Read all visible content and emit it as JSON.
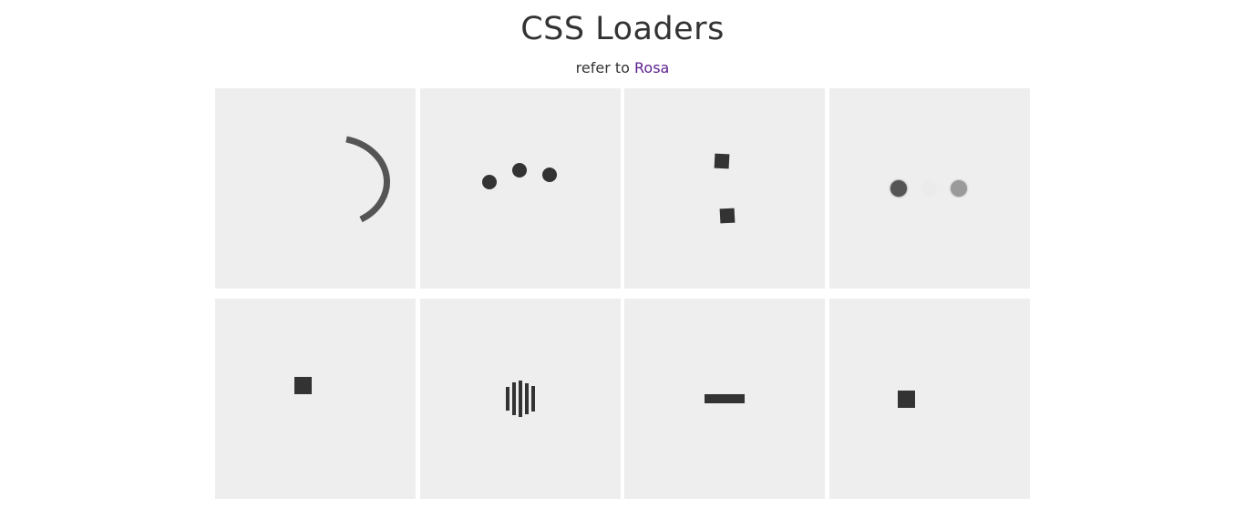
{
  "header": {
    "title": "CSS Loaders",
    "subtitle_prefix": "refer to ",
    "subtitle_link": "Rosa"
  },
  "colors": {
    "loader_fill": "#333333",
    "cell_background": "#eeeeee",
    "link": "#5b1f8f"
  },
  "loaders": [
    {
      "name": "spinner-arc-icon"
    },
    {
      "name": "bouncing-dots-icon"
    },
    {
      "name": "orbit-squares-icon"
    },
    {
      "name": "pulse-dots-icon"
    },
    {
      "name": "moving-square-icon"
    },
    {
      "name": "equalizer-bars-icon"
    },
    {
      "name": "line-bar-icon"
    },
    {
      "name": "sliding-square-icon"
    }
  ]
}
